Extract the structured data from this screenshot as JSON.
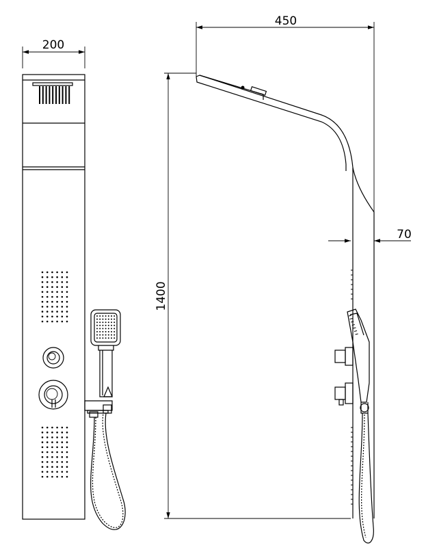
{
  "dimensions": {
    "front_width": "200",
    "reach": "450",
    "height": "1400",
    "depth": "70"
  },
  "colors": {
    "line": "#000000",
    "background": "#ffffff"
  }
}
